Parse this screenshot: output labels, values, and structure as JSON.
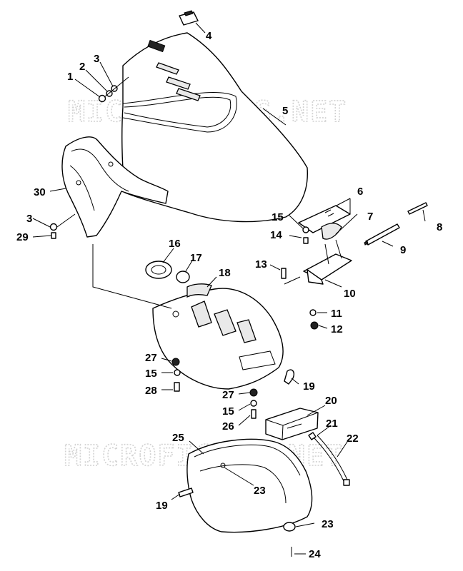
{
  "watermark": "MICROFICHES.NET",
  "callouts": {
    "c1": "1",
    "c2": "2",
    "c3a": "3",
    "c3b": "3",
    "c4": "4",
    "c5": "5",
    "c6": "6",
    "c7": "7",
    "c8": "8",
    "c9": "9",
    "c10": "10",
    "c11": "11",
    "c12": "12",
    "c13": "13",
    "c14": "14",
    "c15a": "15",
    "c15b": "15",
    "c15c": "15",
    "c16": "16",
    "c17": "17",
    "c18": "18",
    "c19a": "19",
    "c19b": "19",
    "c20": "20",
    "c21": "21",
    "c22": "22",
    "c23a": "23",
    "c23b": "23",
    "c24": "24",
    "c25": "25",
    "c26": "26",
    "c27a": "27",
    "c27b": "27",
    "c28": "28",
    "c29": "29",
    "c30": "30"
  }
}
